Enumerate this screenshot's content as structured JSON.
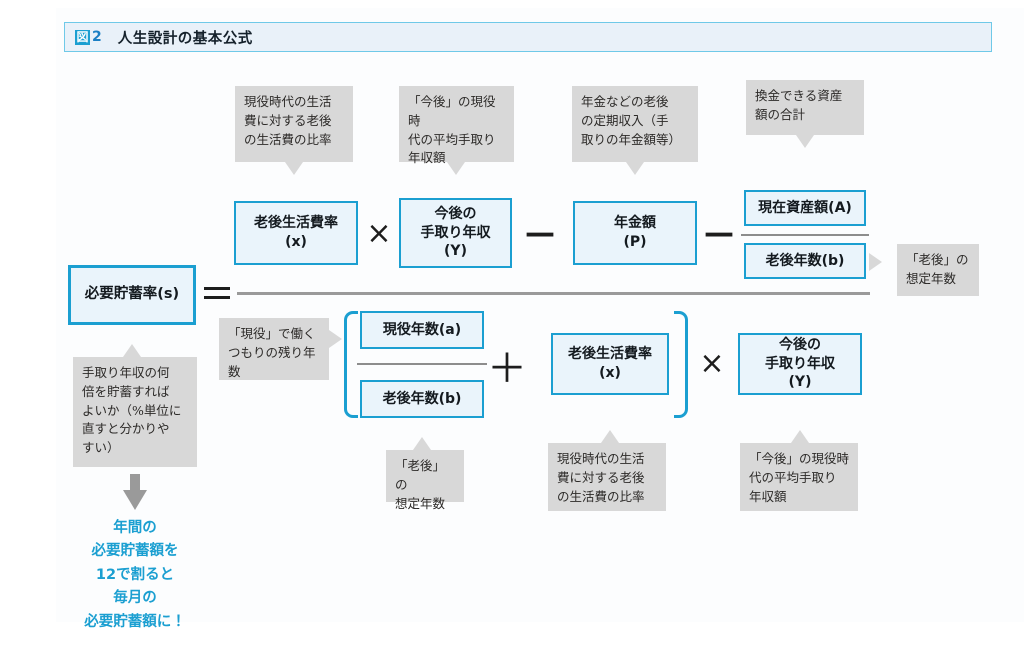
{
  "figure": {
    "badge": "図",
    "number": "2",
    "title": "人生設計の基本公式"
  },
  "result_box": {
    "label": "必要貯蓄率(s)"
  },
  "operators": {
    "equals": "=",
    "times": "×",
    "minus": "—",
    "plus": "＋"
  },
  "numerator": {
    "boxes": [
      {
        "id": "roujin-hiritsu",
        "label": "老後生活費率\n(x)"
      },
      {
        "id": "kongo-tedori-1",
        "label": "今後の\n手取り年収\n(Y)"
      },
      {
        "id": "nenkin-gaku",
        "label": "年金額\n(P)"
      },
      {
        "id": "genzai-shisan",
        "label": "現在資産額(A)"
      },
      {
        "id": "rougo-nensu-a",
        "label": "老後年数(b)"
      }
    ]
  },
  "denominator": {
    "boxes": [
      {
        "id": "geneki-nensu",
        "label": "現役年数(a)"
      },
      {
        "id": "rougo-nensu-b",
        "label": "老後年数(b)"
      },
      {
        "id": "rougo-hiritsu-2",
        "label": "老後生活費率\n(x)"
      },
      {
        "id": "kongo-tedori-2",
        "label": "今後の\n手取り年収\n(Y)"
      }
    ]
  },
  "notes": {
    "top": [
      {
        "id": "note-rougo-hiritsu",
        "text": "現役時代の生活\n費に対する老後\nの生活費の比率"
      },
      {
        "id": "note-kongo-tedori",
        "text": "「今後」の現役時\n代の平均手取り\n年収額"
      },
      {
        "id": "note-nenkin",
        "text": "年金などの老後\nの定期収入（手\n取りの年金額等）"
      },
      {
        "id": "note-shisan",
        "text": "換金できる資産\n額の合計"
      }
    ],
    "right": {
      "id": "note-rougo-nensu",
      "text": "「老後」の\n想定年数"
    },
    "left_mid": {
      "id": "note-geneki-nensu",
      "text": "「現役」で働く\nつもりの残り年\n数"
    },
    "left_bottom": {
      "id": "note-hitsuyou-chochiku",
      "text": "手取り年収の何\n倍を貯蓄すれば\nよいか（%単位に\n直すと分かりや\nすい）"
    },
    "bottom": [
      {
        "id": "note-rougo-nensu-b",
        "text": "「老後」の\n想定年数"
      },
      {
        "id": "note-rougo-hiritsu-b",
        "text": "現役時代の生活\n費に対する老後\nの生活費の比率"
      },
      {
        "id": "note-kongo-tedori-b",
        "text": "「今後」の現役時\n代の平均手取り\n年収額"
      }
    ]
  },
  "conclusion": {
    "text": "年間の\n必要貯蓄額を\n12で割ると\n毎月の\n必要貯蓄額に！"
  },
  "colors": {
    "accent": "#1b9fd1",
    "box_fill": "#eaf4fb",
    "note_fill": "#d8d8d8",
    "header_fill": "#e9f1f9",
    "rule": "#9a9a9a"
  }
}
